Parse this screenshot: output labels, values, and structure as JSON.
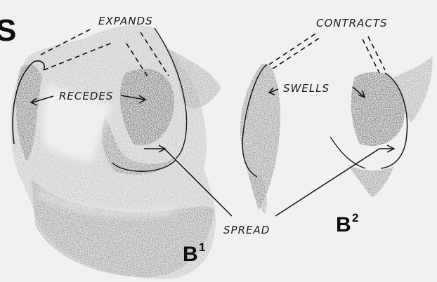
{
  "margin_letter": "S",
  "labels": {
    "expands": "EXPANDS",
    "contracts": "CONTRACTS",
    "recedes": "RECEDES",
    "swells": "SWELLS",
    "spread": "SPREAD"
  },
  "figures": {
    "b1_letter": "B",
    "b1_sup": "1",
    "b2_letter": "B",
    "b2_sup": "2"
  }
}
